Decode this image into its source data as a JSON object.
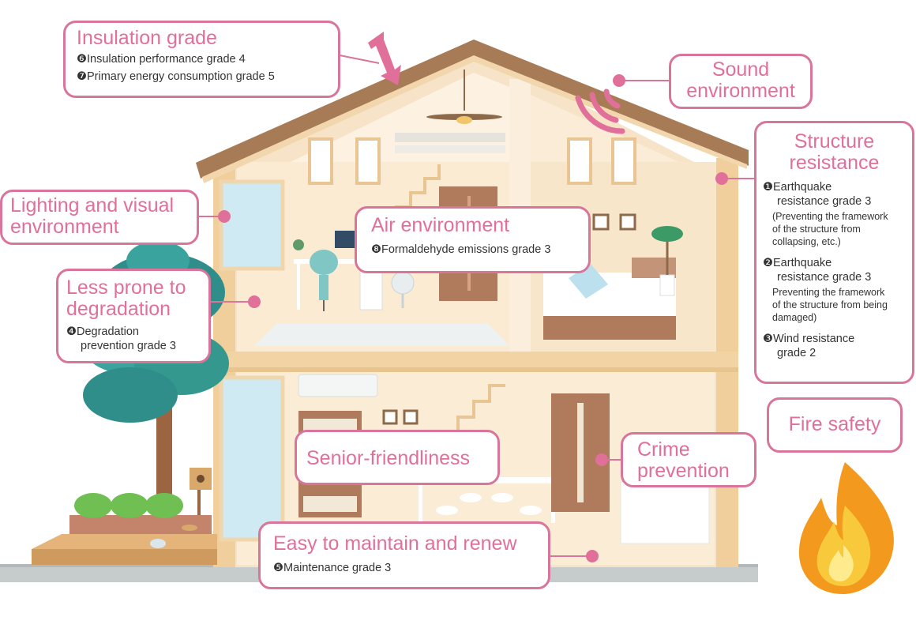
{
  "labels": {
    "insulation": {
      "title": "Insulation grade",
      "items": [
        "❻Insulation performance grade 4",
        "❼Primary energy consumption grade 5"
      ]
    },
    "sound": {
      "title_line1": "Sound",
      "title_line2": "environment"
    },
    "structure": {
      "title_line1": "Structure",
      "title_line2": "resistance",
      "item1_line1": "❶Earthquake",
      "item1_line2": "resistance grade 3",
      "item1_note": [
        "(Preventing the framework",
        "of the structure from",
        "collapsing, etc.)"
      ],
      "item2_line1": "❷Earthquake",
      "item2_line2": "resistance grade 3",
      "item2_note": [
        "Preventing the framework",
        "of the structure from being",
        "damaged)"
      ],
      "item3_line1": "❸Wind resistance",
      "item3_line2": "grade 2"
    },
    "lighting": {
      "title_line1": "Lighting and visual",
      "title_line2": "environment"
    },
    "air": {
      "title": "Air environment",
      "item": "❽Formaldehyde emissions grade 3"
    },
    "degradation": {
      "title_line1": "Less prone to",
      "title_line2": "degradation",
      "item_line1": "❹Degradation",
      "item_line2": "prevention grade 3"
    },
    "fire": {
      "title": "Fire safety"
    },
    "senior": {
      "title": "Senior-friendliness"
    },
    "crime": {
      "title_line1": "Crime",
      "title_line2": "prevention"
    },
    "maintain": {
      "title": "Easy to maintain and renew",
      "item": "❺Maintenance grade 3"
    }
  },
  "colors": {
    "accent": "#e0709a",
    "border": "#d9759b",
    "wall": "#f6e3c8",
    "frame": "#f0cf9c",
    "roof": "#a77b55"
  }
}
